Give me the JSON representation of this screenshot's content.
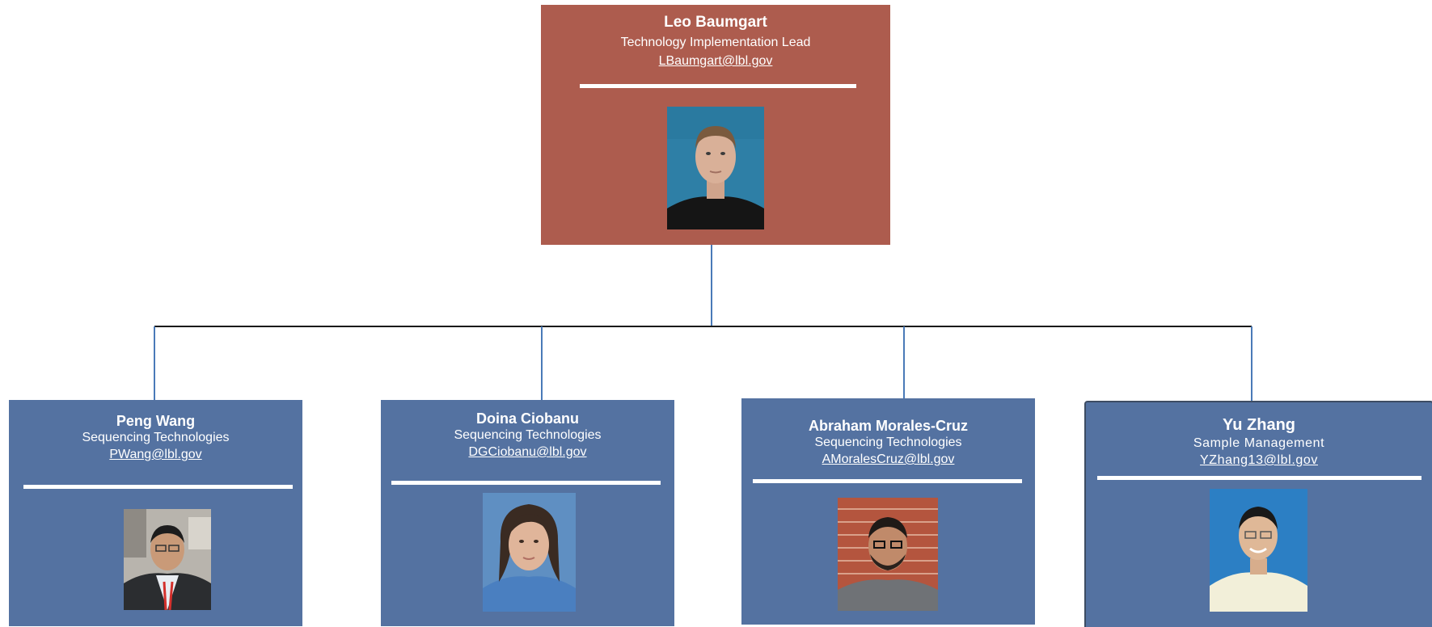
{
  "top": {
    "name": "Leo Baumgart",
    "role": "Technology Implementation Lead",
    "email": "LBaumgart@lbl.gov"
  },
  "reports": [
    {
      "name": "Peng Wang",
      "role": "Sequencing Technologies",
      "email": "PWang@lbl.gov"
    },
    {
      "name": "Doina Ciobanu",
      "role": "Sequencing Technologies",
      "email": "DGCiobanu@lbl.gov"
    },
    {
      "name": "Abraham Morales-Cruz",
      "role": "Sequencing Technologies",
      "email": "AMoralesCruz@lbl.gov"
    },
    {
      "name": "Yu Zhang",
      "role": "Sample Management",
      "email": "YZhang13@lbl.gov"
    }
  ],
  "colors": {
    "lead_card": "#ad5c4e",
    "report_card": "#5472a1",
    "connector": "#4a7ab8",
    "bus_line": "#1a1a1a"
  }
}
